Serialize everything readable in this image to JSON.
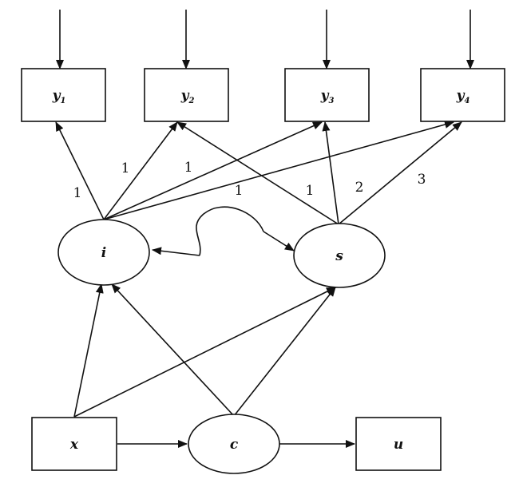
{
  "nodes": {
    "y1": {
      "label": "y",
      "sub": "1"
    },
    "y2": {
      "label": "y",
      "sub": "2"
    },
    "y3": {
      "label": "y",
      "sub": "3"
    },
    "y4": {
      "label": "y",
      "sub": "4"
    },
    "i": {
      "label": "i"
    },
    "s": {
      "label": "s"
    },
    "x": {
      "label": "x"
    },
    "c": {
      "label": "c"
    },
    "u": {
      "label": "u"
    }
  },
  "edge_labels": {
    "i_y1": "1",
    "i_y2": "1",
    "i_y3": "1",
    "i_y4": "1",
    "s_y2": "1",
    "s_y3": "2",
    "s_y4": "3"
  }
}
